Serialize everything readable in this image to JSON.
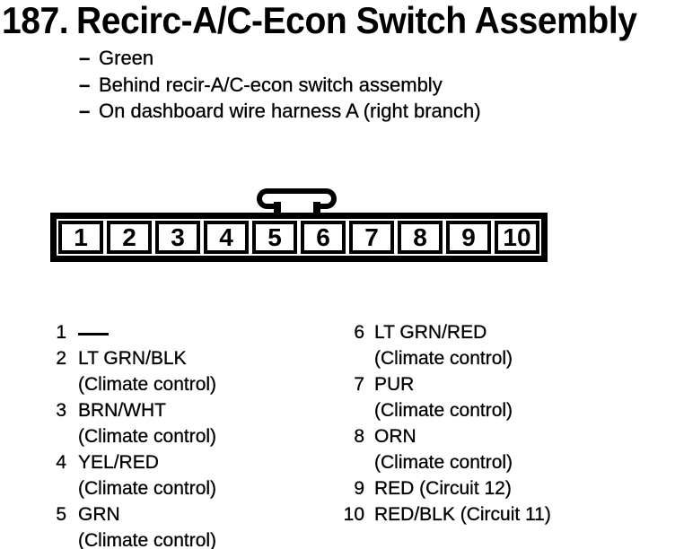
{
  "header": {
    "number": "187.",
    "title": "Recirc-A/C-Econ Switch Assembly"
  },
  "details": [
    {
      "dash": "–",
      "text": "Green"
    },
    {
      "dash": "–",
      "text": "Behind recir-A/C-econ switch assembly"
    },
    {
      "dash": "–",
      "text": "On dashboard wire harness A (right branch)"
    }
  ],
  "connector": {
    "type": "10-pin inline connector with retaining tab",
    "pins": [
      "1",
      "2",
      "3",
      "4",
      "5",
      "6",
      "7",
      "8",
      "9",
      "10"
    ]
  },
  "pin_list": {
    "left": [
      {
        "num": "1",
        "wire": "—",
        "no_connection": true
      },
      {
        "num": "2",
        "wire": "LT GRN/BLK",
        "note": "(Climate control)"
      },
      {
        "num": "3",
        "wire": "BRN/WHT",
        "note": "(Climate control)"
      },
      {
        "num": "4",
        "wire": "YEL/RED",
        "note": "(Climate control)"
      },
      {
        "num": "5",
        "wire": "GRN",
        "note": "(Climate control)"
      }
    ],
    "right": [
      {
        "num": "6",
        "wire": "LT GRN/RED",
        "note": "(Climate control)"
      },
      {
        "num": "7",
        "wire": "PUR",
        "note": "(Climate control)"
      },
      {
        "num": "8",
        "wire": "ORN",
        "note": "(Climate control)"
      },
      {
        "num": "9",
        "wire": "RED (Circuit 12)"
      },
      {
        "num": "10",
        "wire": "RED/BLK (Circuit 11)"
      }
    ]
  },
  "colors": {
    "ink": "#000000",
    "paper": "#ffffff"
  }
}
